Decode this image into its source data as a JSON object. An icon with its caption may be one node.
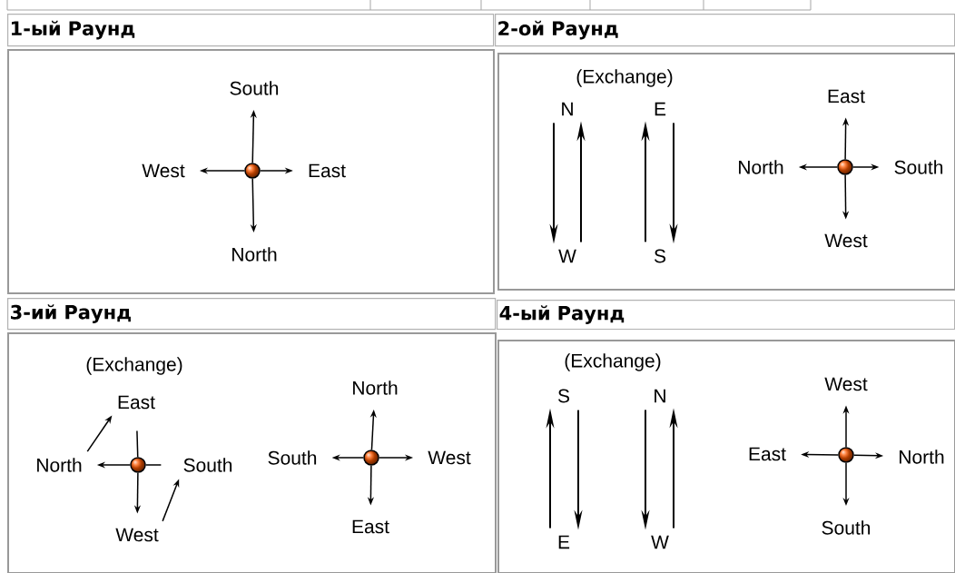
{
  "diagram": {
    "nodes": [
      {
        "text": [
          "1-ый Раунд"
        ]
      },
      {
        "text": [],
        "shape": "box"
      },
      {
        "text": [
          "South"
        ],
        "in": 1
      },
      {
        "text": [
          "West"
        ],
        "in": 1
      },
      {
        "text": [],
        "shape": "circle",
        "in": 1
      },
      {
        "text": [
          "East"
        ],
        "in": 1
      },
      {
        "text": [
          "North"
        ],
        "in": 1
      },
      {
        "text": [
          "2-ой Раунд"
        ]
      },
      {
        "text": [],
        "shape": "box"
      },
      {
        "text": [
          "N"
        ],
        "in": 8
      },
      {
        "text": [
          "E"
        ],
        "in": 8
      },
      {
        "text": [
          "W"
        ],
        "in": 8
      },
      {
        "text": [
          "S"
        ],
        "in": 8
      },
      {
        "text": [
          "East"
        ],
        "in": 8
      },
      {
        "text": [
          "North"
        ],
        "in": 8
      },
      {
        "text": [],
        "shape": "circle",
        "in": 8
      },
      {
        "text": [
          "South"
        ],
        "in": 8
      },
      {
        "text": [
          "West"
        ],
        "in": 8
      },
      {
        "text": [
          "3-ий Раунд"
        ]
      },
      {
        "text": [],
        "shape": "box"
      },
      {
        "text": [
          "East"
        ],
        "in": 19
      },
      {
        "text": [
          "North"
        ],
        "in": 19
      },
      {
        "text": [],
        "shape": "circle",
        "in": 19
      },
      {
        "text": [
          "South"
        ],
        "in": 19
      },
      {
        "text": [
          "West"
        ],
        "in": 19
      },
      {
        "text": [
          "North"
        ],
        "in": 19
      },
      {
        "text": [
          "South"
        ],
        "in": 19
      },
      {
        "text": [],
        "shape": "circle",
        "in": 19
      },
      {
        "text": [
          "West"
        ],
        "in": 19
      },
      {
        "text": [
          "East"
        ],
        "in": 19
      },
      {
        "text": [
          "4-ый Раунд"
        ]
      },
      {
        "text": [],
        "shape": "box"
      },
      {
        "text": [
          "S"
        ],
        "in": 31
      },
      {
        "text": [
          "N"
        ],
        "in": 31
      },
      {
        "text": [
          "E"
        ],
        "in": 31
      },
      {
        "text": [
          "W"
        ],
        "in": 31
      },
      {
        "text": [
          "West"
        ],
        "in": 31
      },
      {
        "text": [
          "East"
        ],
        "in": 31
      },
      {
        "text": [],
        "shape": "circle",
        "in": 31
      },
      {
        "text": [
          "North"
        ],
        "in": 31
      },
      {
        "text": [
          "South"
        ],
        "in": 31
      }
    ],
    "edges": [
      {
        "from": 4,
        "to": 2,
        "arrow": "to"
      },
      {
        "from": 4,
        "to": 3,
        "arrow": "to"
      },
      {
        "from": 4,
        "to": 5,
        "arrow": "to"
      },
      {
        "from": 4,
        "to": 6,
        "arrow": "to"
      },
      {
        "from": 9,
        "to": 11,
        "arrow": "to"
      },
      {
        "from": 11,
        "to": 9,
        "arrow": "to"
      },
      {
        "from": 12,
        "to": 10,
        "arrow": "to"
      },
      {
        "from": 10,
        "to": 12,
        "arrow": "to"
      },
      {
        "from": 15,
        "to": 13,
        "arrow": "to"
      },
      {
        "from": 15,
        "to": 14,
        "arrow": "to"
      },
      {
        "from": 15,
        "to": 16,
        "arrow": "to"
      },
      {
        "from": 15,
        "to": 17,
        "arrow": "to"
      },
      {
        "from": 22,
        "to": 20,
        "arrow": "none"
      },
      {
        "from": 22,
        "to": 21,
        "arrow": "to"
      },
      {
        "from": 22,
        "to": 23,
        "arrow": "none"
      },
      {
        "from": 22,
        "to": 24,
        "arrow": "to"
      },
      {
        "from": 21,
        "to": 20,
        "arrow": "to"
      },
      {
        "from": 24,
        "to": 23,
        "arrow": "to"
      },
      {
        "from": 27,
        "to": 25,
        "arrow": "to"
      },
      {
        "from": 27,
        "to": 26,
        "arrow": "to"
      },
      {
        "from": 27,
        "to": 28,
        "arrow": "to"
      },
      {
        "from": 27,
        "to": 29,
        "arrow": "to"
      },
      {
        "from": 34,
        "to": 32,
        "arrow": "to"
      },
      {
        "from": 32,
        "to": 34,
        "arrow": "to"
      },
      {
        "from": 33,
        "to": 35,
        "arrow": "to"
      },
      {
        "from": 35,
        "to": 33,
        "arrow": "to"
      },
      {
        "from": 38,
        "to": 36,
        "arrow": "to"
      },
      {
        "from": 38,
        "to": 37,
        "arrow": "to"
      },
      {
        "from": 38,
        "to": 39,
        "arrow": "to"
      },
      {
        "from": 38,
        "to": 40,
        "arrow": "to"
      }
    ],
    "labels": [
      "(Exchange)",
      "(Exchange)",
      "(Exchange)"
    ]
  }
}
